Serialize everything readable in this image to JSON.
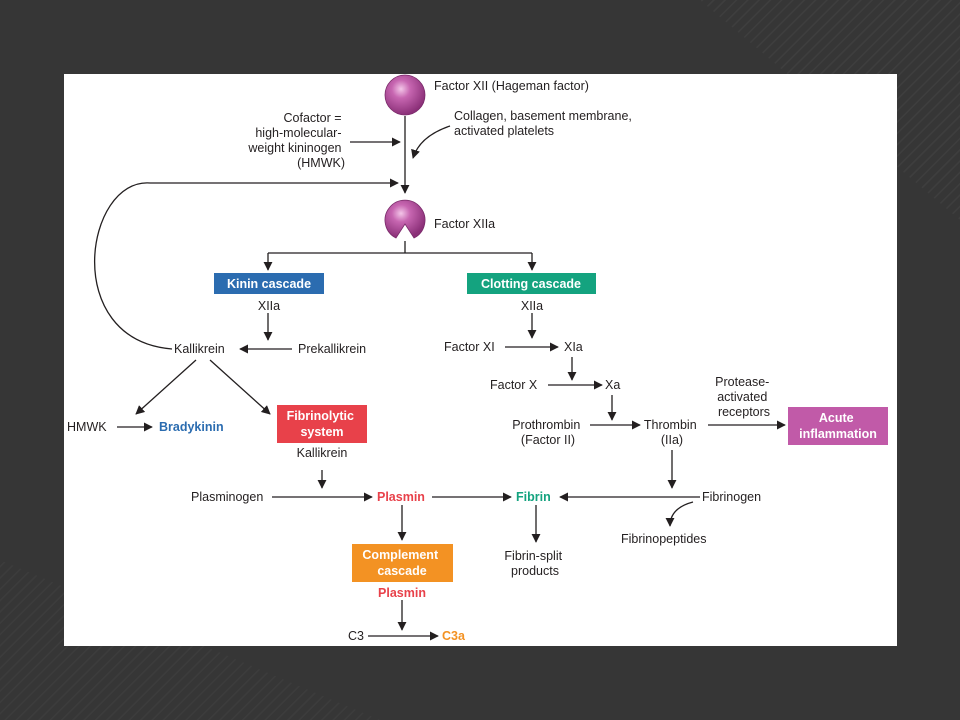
{
  "colors": {
    "slide_bg": "#3b3b3b",
    "panel_bg": "#ffffff",
    "factor_purple": "#b24a98",
    "kinin_blue": "#2b6cb0",
    "clotting_green": "#14a37f",
    "fibrinolytic_red": "#e8414a",
    "complement_orange": "#f39223",
    "acute_magenta": "#c15aa8"
  },
  "icons": [
    "factor-xii-sphere-icon",
    "factor-xiia-sphere-icon"
  ],
  "labels": {
    "factor_xii": "Factor XII (Hageman factor)",
    "cofactor": [
      "Cofactor =",
      "high-molecular-",
      "weight kininogen",
      "(HMWK)"
    ],
    "collagen": [
      "Collagen, basement membrane,",
      "activated platelets"
    ],
    "factor_xiia": "Factor XIIa",
    "kinin_xiia": "XIIa",
    "clotting_xiia": "XIIa",
    "kallikrein": "Kallikrein",
    "prekallikrein": "Prekallikrein",
    "factor_xi": "Factor XI",
    "xia": "XIa",
    "factor_x": "Factor X",
    "xa": "Xa",
    "hmwk": "HMWK",
    "bradykinin": "Bradykinin",
    "kallikrein2": "Kallikrein",
    "prothrombin": [
      "Prothrombin",
      "(Factor II)"
    ],
    "thrombin": [
      "Thrombin",
      "(IIa)"
    ],
    "protease": [
      "Protease-",
      "activated",
      "receptors"
    ],
    "plasminogen": "Plasminogen",
    "plasmin": "Plasmin",
    "fibrin": "Fibrin",
    "fibrinogen": "Fibrinogen",
    "fibrinopeptides": "Fibrinopeptides",
    "fibrin_split": [
      "Fibrin-split",
      "products"
    ],
    "plasmin2": "Plasmin",
    "c3": "C3",
    "c3a": "C3a"
  },
  "boxes": {
    "kinin": "Kinin cascade",
    "clotting": "Clotting cascade",
    "fibrinolytic": [
      "Fibrinolytic",
      "system"
    ],
    "acute": [
      "Acute",
      "inflammation"
    ],
    "complement": [
      "Complement",
      "cascade"
    ]
  }
}
